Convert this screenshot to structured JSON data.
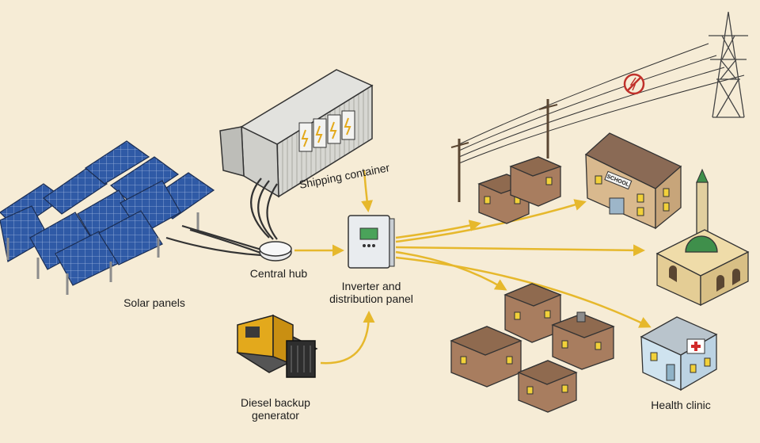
{
  "labels": {
    "solar_panels": "Solar panels",
    "shipping_container": "Shipping container",
    "central_hub": "Central hub",
    "inverter_line1": "Inverter and",
    "inverter_line2": "distribution panel",
    "generator_line1": "Diesel backup",
    "generator_line2": "generator",
    "health_clinic": "Health clinic",
    "school_sign": "SCHOOL"
  },
  "icons": [
    "solar-panel-icon",
    "battery-icon",
    "hub-icon",
    "inverter-icon",
    "generator-icon",
    "house-icon",
    "school-icon",
    "mosque-icon",
    "clinic-icon",
    "pylon-icon",
    "no-grid-icon"
  ],
  "colors": {
    "background": "#f6ecd6",
    "arrow": "#e6b82c",
    "panel_blue": "#2f5aa6",
    "generator_yellow": "#e3a91c",
    "mud_house": "#a87d5f",
    "no_grid_red": "#c0312b"
  }
}
